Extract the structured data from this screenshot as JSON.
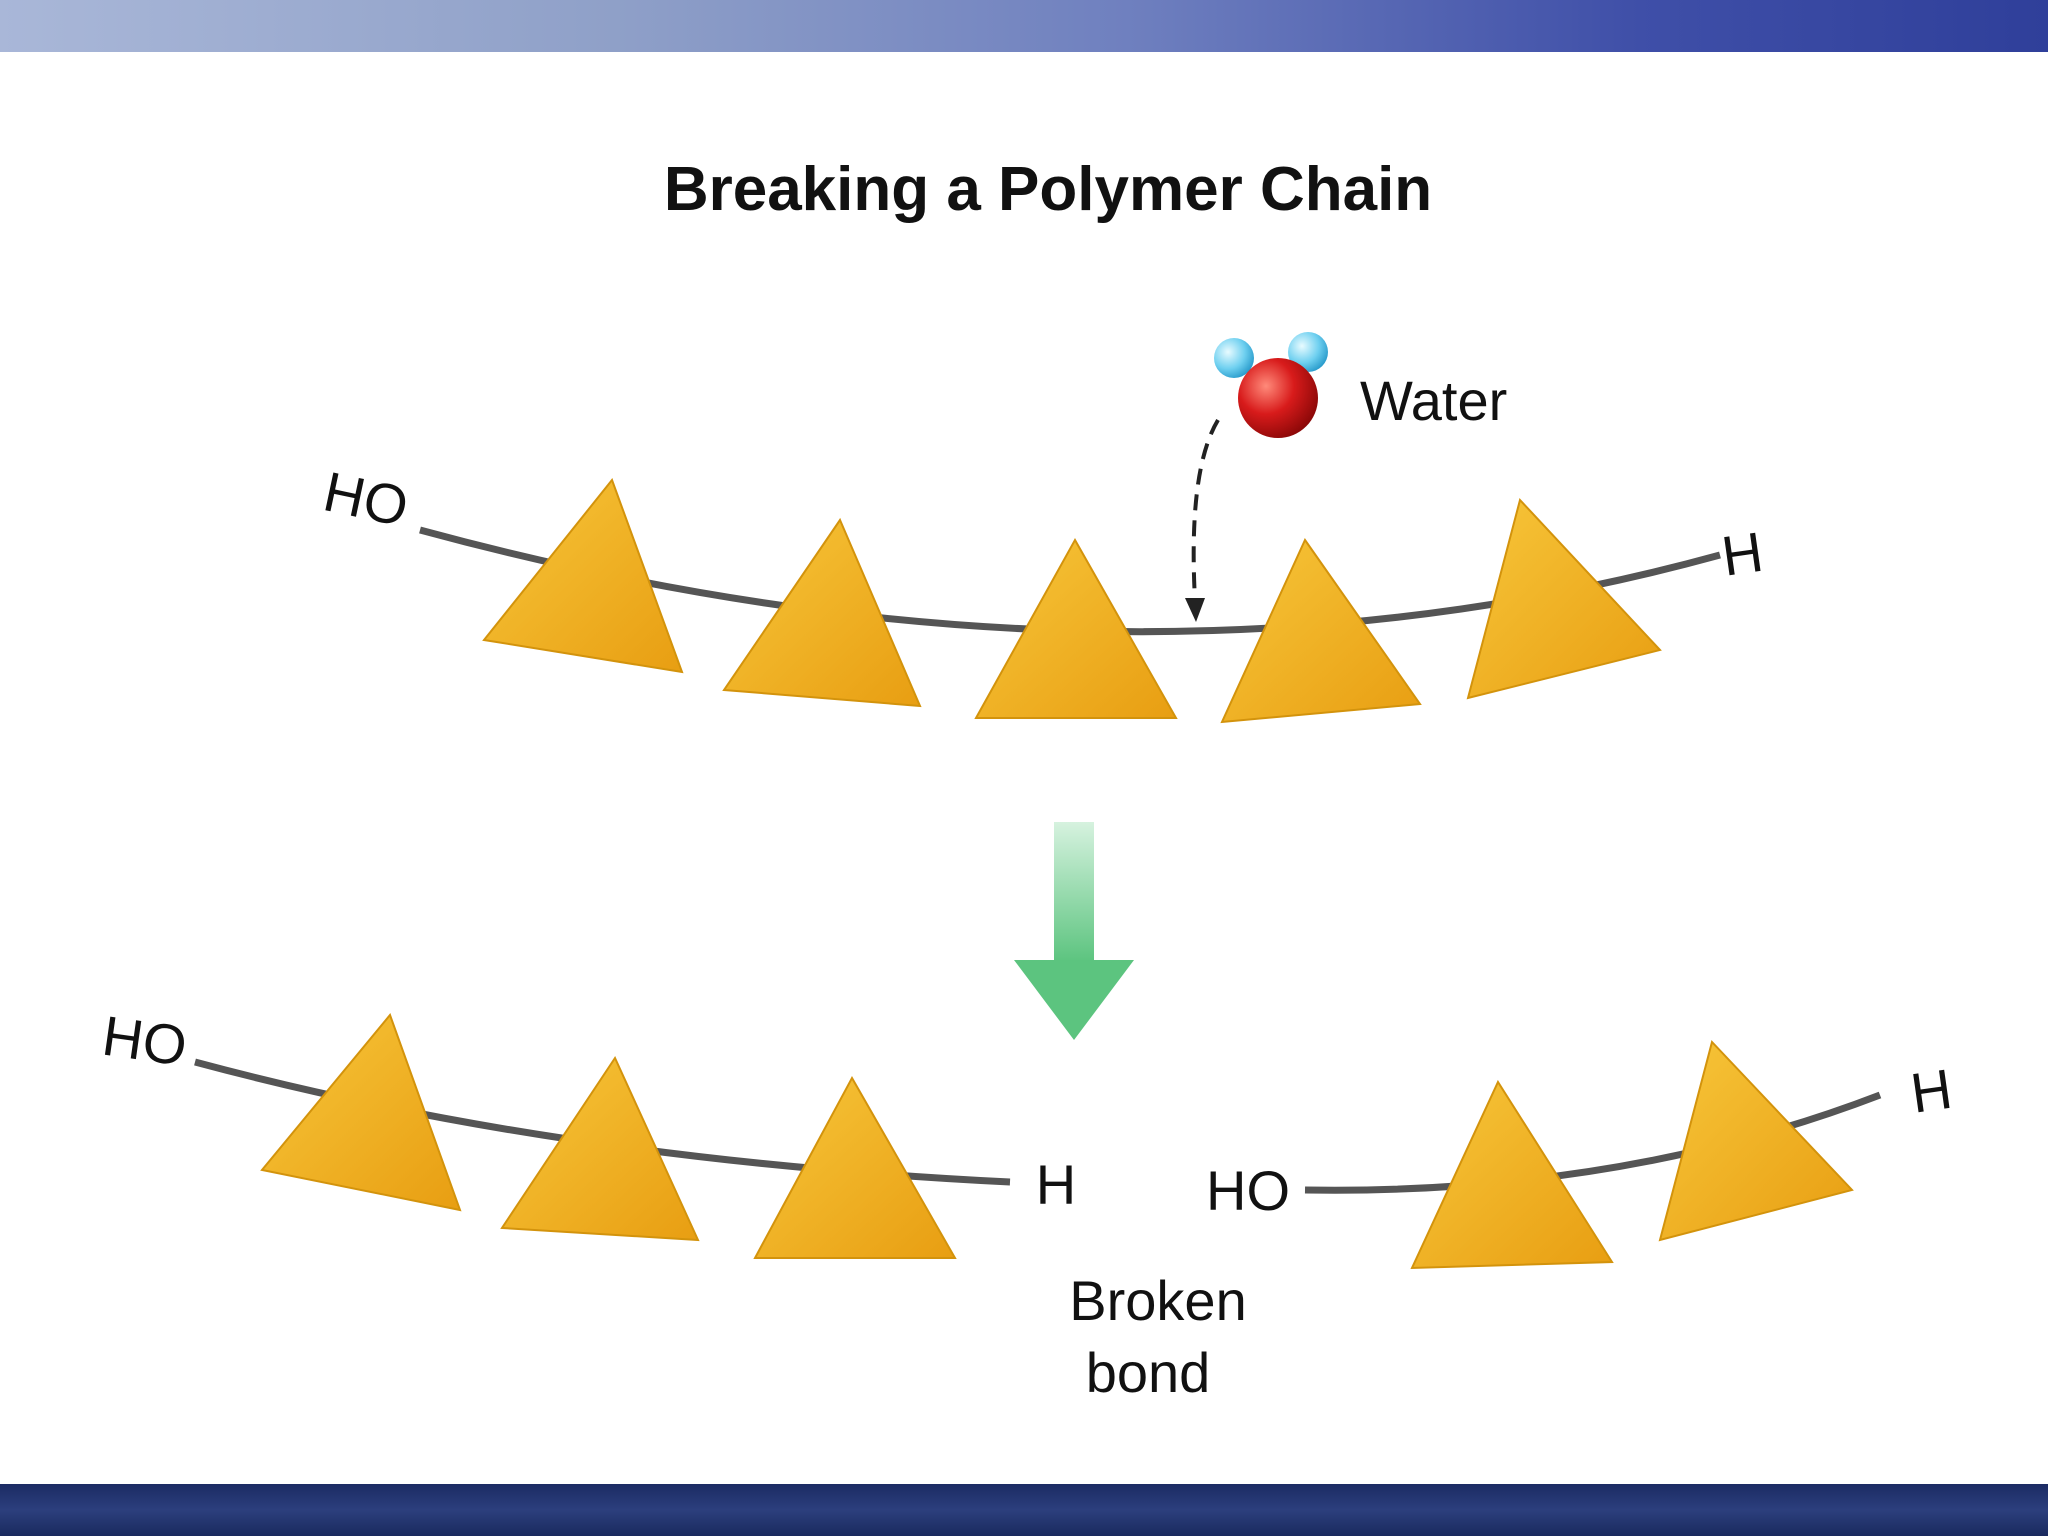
{
  "title": "Breaking a Polymer Chain",
  "water_label": "Water",
  "top_chain": {
    "left_group": "HO",
    "right_group": "H"
  },
  "bottom_left_chain": {
    "left_group": "HO",
    "right_group": "H"
  },
  "bottom_right_chain": {
    "left_group": "HO",
    "right_group": "H"
  },
  "broken_bond_label_line1": "Broken",
  "broken_bond_label_line2": "bond",
  "colors": {
    "monomer": "#f2b21f",
    "chain": "#555555",
    "arrow": "#7fd19a",
    "oxygen": "#d01818",
    "hydrogen": "#6fd0f0"
  }
}
